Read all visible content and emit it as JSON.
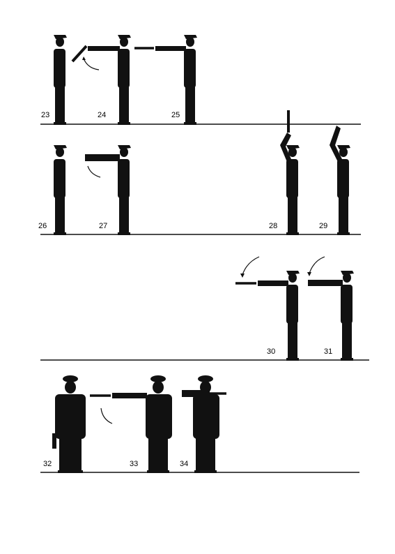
{
  "figures": [
    {
      "id": "fig-23",
      "label": "23",
      "pose": "side-stand"
    },
    {
      "id": "fig-24",
      "label": "24",
      "pose": "side-baton-low"
    },
    {
      "id": "fig-25",
      "label": "25",
      "pose": "side-baton-forward"
    },
    {
      "id": "fig-26",
      "label": "26",
      "pose": "side-stand"
    },
    {
      "id": "fig-27",
      "label": "27",
      "pose": "side-arm-forward"
    },
    {
      "id": "fig-28",
      "label": "28",
      "pose": "side-baton-overhead"
    },
    {
      "id": "fig-29",
      "label": "29",
      "pose": "side-hand-overhead"
    },
    {
      "id": "fig-30",
      "label": "30",
      "pose": "side-baton-forward-arc"
    },
    {
      "id": "fig-31",
      "label": "31",
      "pose": "side-hand-forward-arc"
    },
    {
      "id": "fig-32",
      "label": "32",
      "pose": "front-baton-down"
    },
    {
      "id": "fig-33",
      "label": "33",
      "pose": "front-baton-side"
    },
    {
      "id": "fig-34",
      "label": "34",
      "pose": "front-baton-chest"
    }
  ],
  "colors": {
    "ink": "#111111",
    "paper": "#ffffff"
  }
}
